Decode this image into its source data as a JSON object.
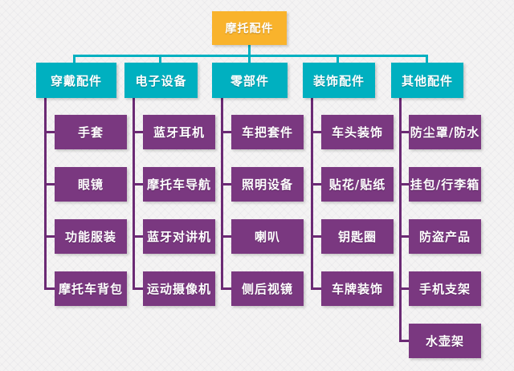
{
  "diagram": {
    "root": {
      "label": "摩托配件"
    },
    "categories": [
      {
        "label": "穿戴配件",
        "items": [
          "手套",
          "眼镜",
          "功能服装",
          "摩托车背包"
        ]
      },
      {
        "label": "电子设备",
        "items": [
          "蓝牙耳机",
          "摩托车导航",
          "蓝牙对讲机",
          "运动摄像机"
        ]
      },
      {
        "label": "零部件",
        "items": [
          "车把套件",
          "照明设备",
          "喇叭",
          "侧后视镜"
        ]
      },
      {
        "label": "装饰配件",
        "items": [
          "车头装饰",
          "贴花/贴纸",
          "钥匙圈",
          "车牌装饰"
        ]
      },
      {
        "label": "其他配件",
        "items": [
          "防尘罩/防水",
          "挂包/行李箱",
          "防盗产品",
          "手机支架",
          "水壶架"
        ]
      }
    ],
    "colors": {
      "root_node": "#f9b32c",
      "category_node": "#00b0c0",
      "item_node": "#7a3880",
      "category_connector": "#00b0c0",
      "item_connector": "#6b2a74",
      "node_text": "#ffffff",
      "background": "#f4f3f3"
    }
  }
}
